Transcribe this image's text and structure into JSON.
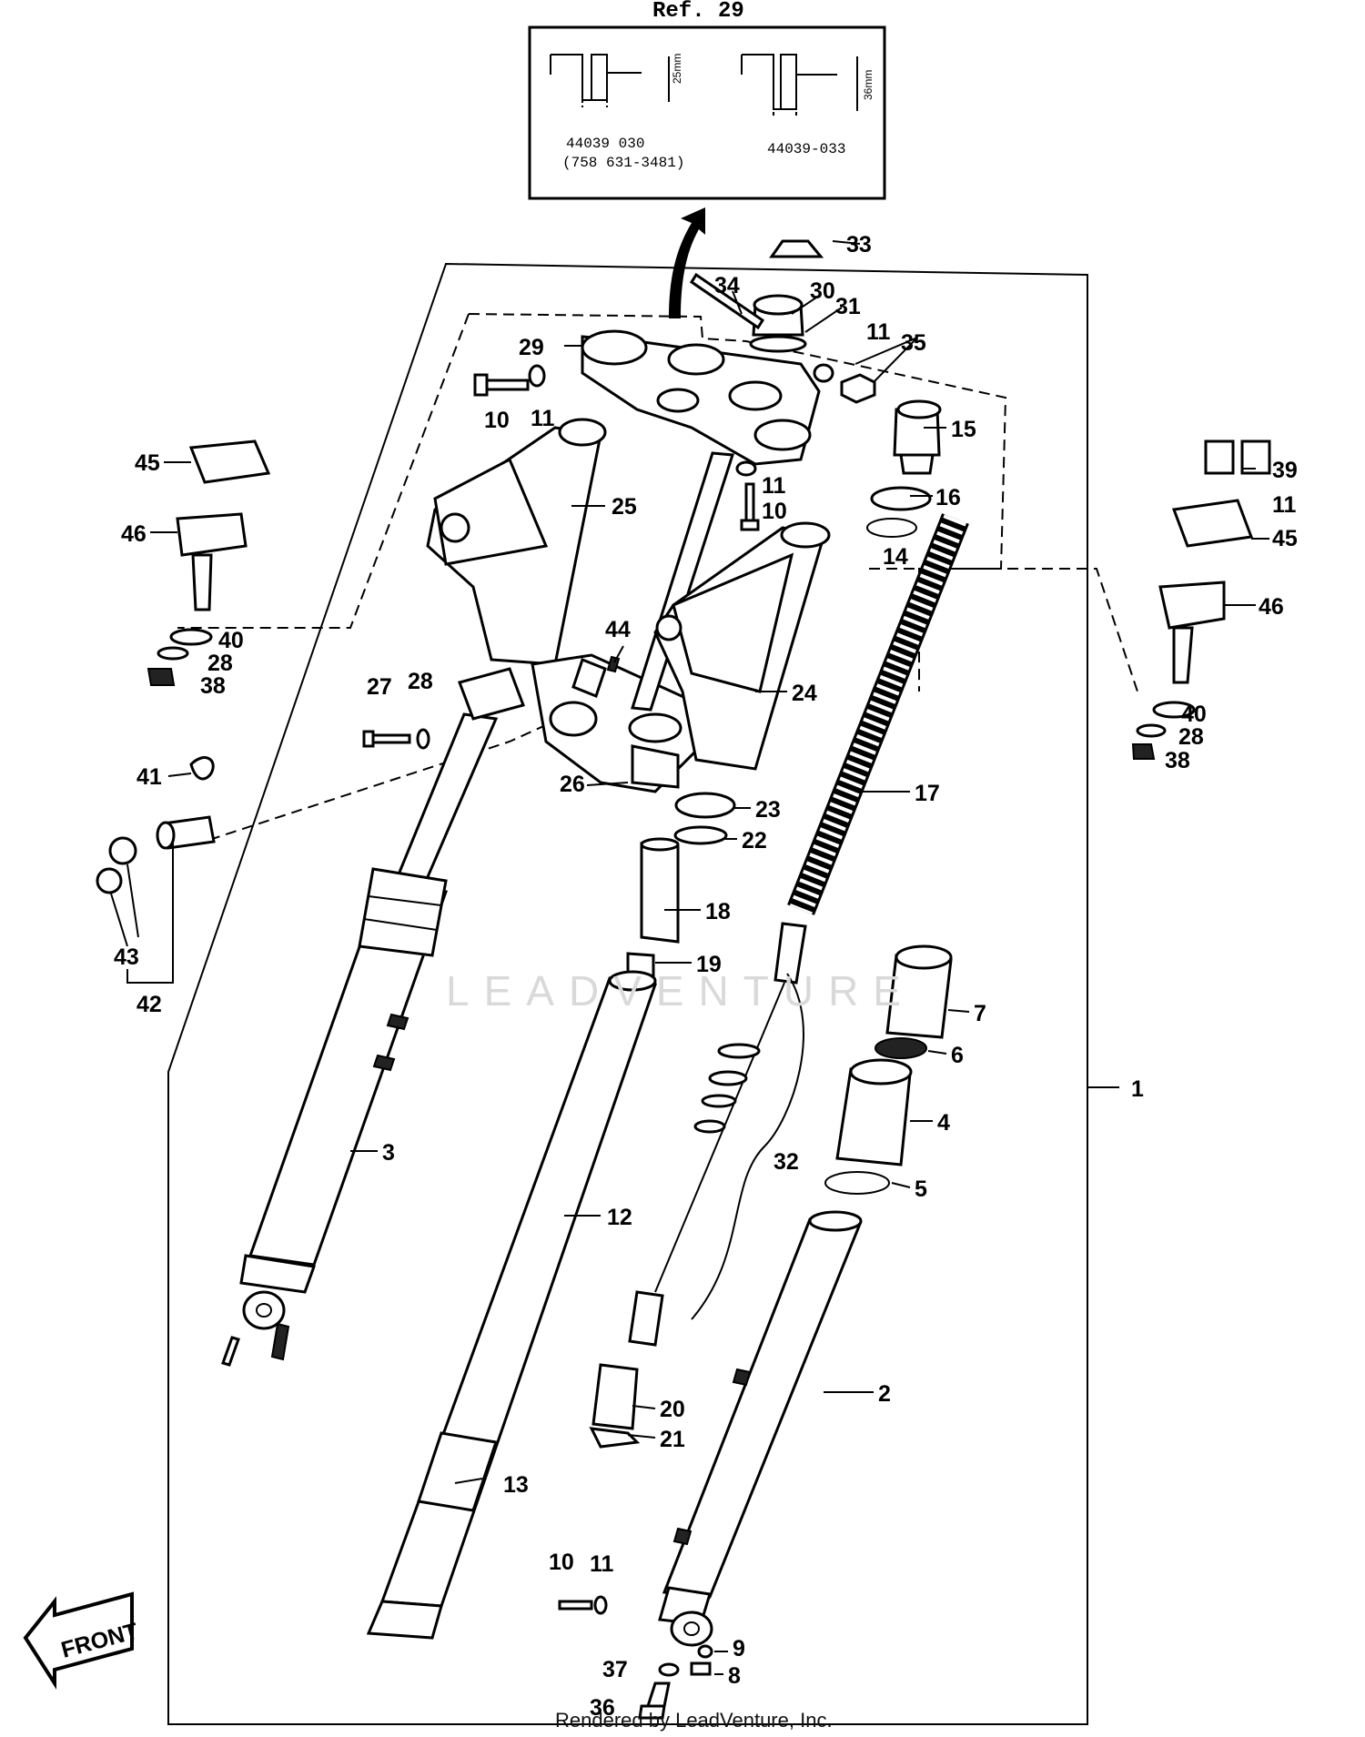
{
  "reference_box": {
    "title": "Ref.  29",
    "left_part_no": "44039 030",
    "left_part_alt": "(758 631-3481)",
    "left_dim": "25mm",
    "right_part_no": "44039-033",
    "right_dim": "36mm"
  },
  "front_label": "FRONT",
  "watermark": "LEADVENTURE",
  "footer": "Rendered by LeadVenture, Inc.",
  "callouts": {
    "c1": "1",
    "c2": "2",
    "c3": "3",
    "c4": "4",
    "c5": "5",
    "c6": "6",
    "c7": "7",
    "c8": "8",
    "c9": "9",
    "c10a": "10",
    "c10b": "10",
    "c10c": "10",
    "c11a": "11",
    "c11b": "11",
    "c11c": "11",
    "c11d": "11",
    "c11e": "11",
    "c12": "12",
    "c13": "13",
    "c14": "14",
    "c15": "15",
    "c16": "16",
    "c17": "17",
    "c18": "18",
    "c19": "19",
    "c20": "20",
    "c21": "21",
    "c22": "22",
    "c23": "23",
    "c24": "24",
    "c25": "25",
    "c26": "26",
    "c27": "27",
    "c28a": "28",
    "c28b": "28",
    "c28c": "28",
    "c29": "29",
    "c30": "30",
    "c31": "31",
    "c32": "32",
    "c33": "33",
    "c34": "34",
    "c35": "35",
    "c36": "36",
    "c37": "37",
    "c38a": "38",
    "c38b": "38",
    "c39": "39",
    "c40a": "40",
    "c40b": "40",
    "c41": "41",
    "c42": "42",
    "c43": "43",
    "c44": "44",
    "c45a": "45",
    "c45b": "45",
    "c46a": "46",
    "c46b": "46"
  }
}
